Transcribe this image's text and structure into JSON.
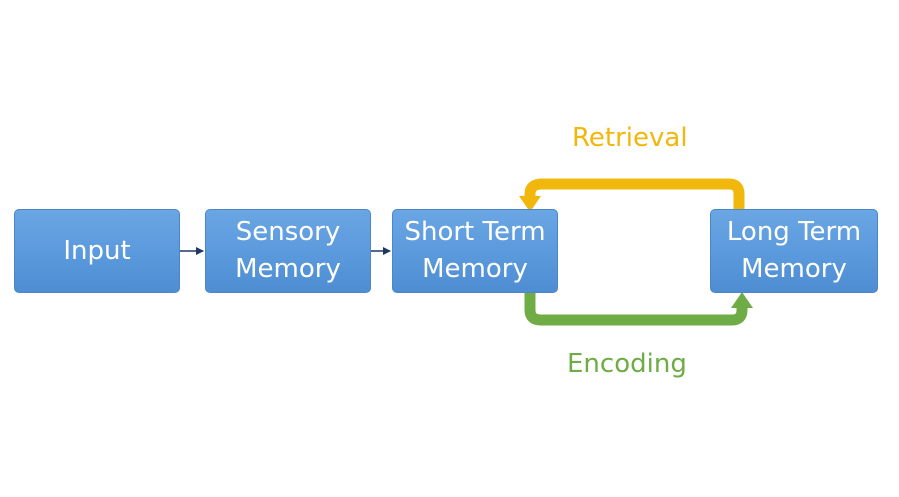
{
  "boxes": {
    "input": "Input",
    "sensory_memory": "Sensory\nMemory",
    "short_term_memory": "Short Term\nMemory",
    "long_term_memory": "Long Term\nMemory"
  },
  "loops": {
    "retrieval": "Retrieval",
    "encoding": "Encoding"
  },
  "colors": {
    "box_fill": "#5b9bd5",
    "retrieval": "#f2b70c",
    "encoding": "#6fac46",
    "connector": "#1f3864"
  }
}
